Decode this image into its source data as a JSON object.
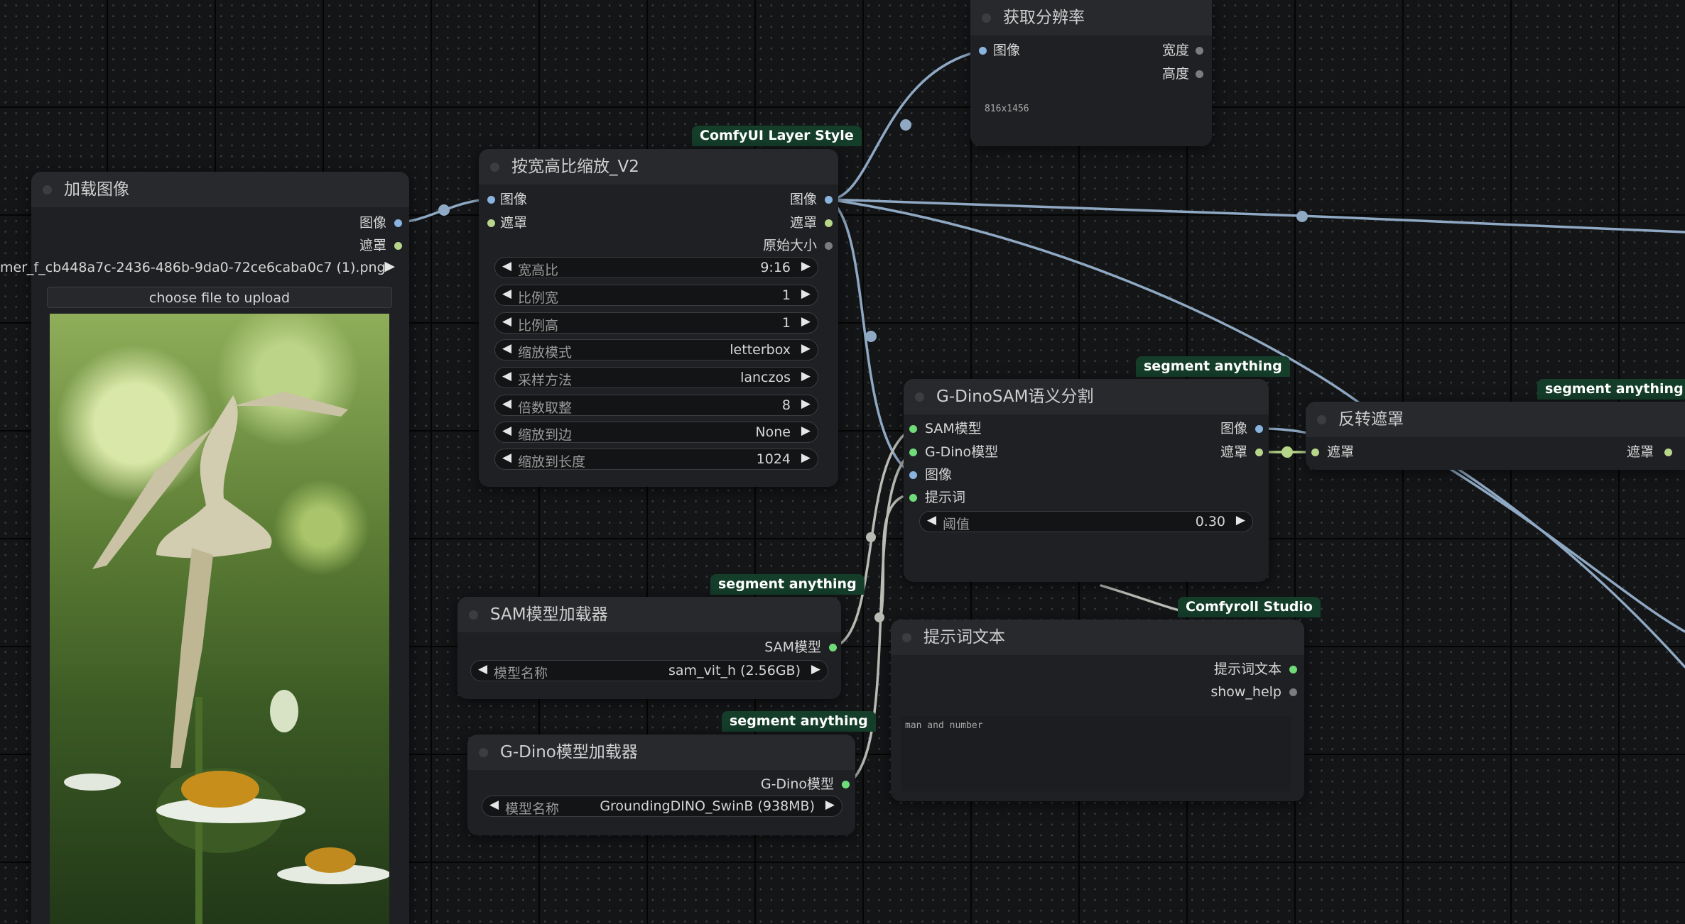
{
  "colors": {
    "canvas": "#141517",
    "node_bg": "#1f2023",
    "node_title": "#27292c",
    "badge_bg": "#143d2a",
    "image_socket": "#8ab4e0",
    "mask_socket": "#b8d68a",
    "model_socket": "#6fdc7a",
    "wire_blue": "#8fa9c4",
    "wire_grey": "#b9bbb4"
  },
  "load_image": {
    "title": "加载图像",
    "out_image": "图像",
    "out_mask": "遮罩",
    "file_name": "mer_f_cb448a7c-2436-486b-9da0-72ce6caba0c7 (1).png",
    "upload_label": "choose file to upload",
    "preview_icon": "origami-ballerina-photo"
  },
  "resize": {
    "badge": "ComfyUI Layer Style",
    "title": "按宽高比缩放_V2",
    "in_image": "图像",
    "in_mask": "遮罩",
    "out_image": "图像",
    "out_mask": "遮罩",
    "out_orig": "原始大小",
    "widgets": [
      {
        "label": "宽高比",
        "value": "9:16"
      },
      {
        "label": "比例宽",
        "value": "1"
      },
      {
        "label": "比例高",
        "value": "1"
      },
      {
        "label": "缩放模式",
        "value": "letterbox"
      },
      {
        "label": "采样方法",
        "value": "lanczos"
      },
      {
        "label": "倍数取整",
        "value": "8"
      },
      {
        "label": "缩放到边",
        "value": "None"
      },
      {
        "label": "缩放到长度",
        "value": "1024"
      }
    ]
  },
  "get_res": {
    "title": "获取分辨率",
    "in_image": "图像",
    "out_width": "宽度",
    "out_height": "高度",
    "display": "816x1456"
  },
  "gdino_sam": {
    "badge": "segment anything",
    "title": "G-DinoSAM语义分割",
    "in_sam": "SAM模型",
    "in_gdino": "G-Dino模型",
    "in_image": "图像",
    "in_prompt": "提示词",
    "out_image": "图像",
    "out_mask": "遮罩",
    "threshold_label": "阈值",
    "threshold_value": "0.30"
  },
  "invert_mask": {
    "badge": "segment anything",
    "title": "反转遮罩",
    "in_mask": "遮罩",
    "out_mask": "遮罩"
  },
  "sam_loader": {
    "badge": "segment anything",
    "title": "SAM模型加载器",
    "out_sam": "SAM模型",
    "model_label": "模型名称",
    "model_value": "sam_vit_h (2.56GB)"
  },
  "gdino_loader": {
    "badge": "segment anything",
    "title": "G-Dino模型加载器",
    "out_gdino": "G-Dino模型",
    "model_label": "模型名称",
    "model_value": "GroundingDINO_SwinB (938MB)"
  },
  "prompt_text": {
    "badge": "Comfyroll Studio",
    "title": "提示词文本",
    "out_text": "提示词文本",
    "out_help": "show_help",
    "text": "man and number"
  }
}
